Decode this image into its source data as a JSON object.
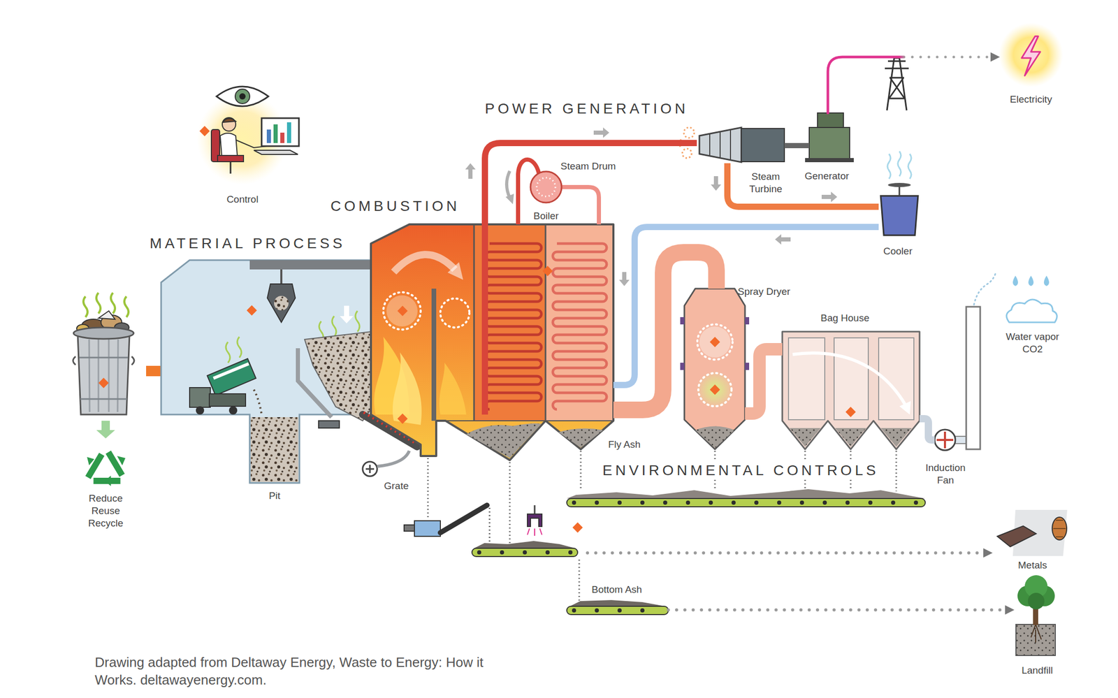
{
  "diagram": {
    "caption": "Drawing adapted from Deltaway Energy, Waste to Energy: How it Works. deltawayenergy.com.",
    "nodes": [
      {
        "text": [
          "COMBUSTION"
        ]
      },
      {
        "text": [
          "Steam Drum",
          "Boiler"
        ]
      },
      {
        "text": [
          "Steam Turbine"
        ]
      },
      {
        "text": [
          "Generator"
        ]
      },
      {
        "text": [
          "Electricity"
        ]
      },
      {
        "text": [
          "Cooler"
        ]
      },
      {
        "text": [
          "Spray Dryer"
        ]
      },
      {
        "text": [
          "Bag House"
        ]
      },
      {
        "text": [
          "Induction Fan"
        ]
      },
      {
        "text": [
          "Bottom Ash"
        ]
      },
      {
        "text": [
          "Landfill"
        ]
      }
    ],
    "edges": [
      {
        "from": 0,
        "to": 2,
        "arrow": "none"
      },
      {
        "from": 2,
        "to": 3,
        "arrow": "none"
      },
      {
        "from": 3,
        "to": 4,
        "arrow": "to"
      },
      {
        "from": 2,
        "to": 5,
        "arrow": "none"
      },
      {
        "from": 5,
        "to": 0,
        "arrow": "none"
      },
      {
        "from": 0,
        "to": 6,
        "arrow": "none"
      },
      {
        "from": 6,
        "to": 7,
        "arrow": "none"
      },
      {
        "from": 7,
        "to": 8,
        "arrow": "none"
      },
      {
        "from": 9,
        "to": 10,
        "arrow": "to"
      }
    ],
    "labels": [
      "Control",
      "MATERIAL PROCESS",
      "POWER GENERATION",
      "Reduce Reuse Recycle",
      "Pit",
      "Grate",
      "Fly Ash",
      "ENVIRONMENTAL CONTROLS",
      "Water vapor CO2",
      "Metals"
    ]
  }
}
